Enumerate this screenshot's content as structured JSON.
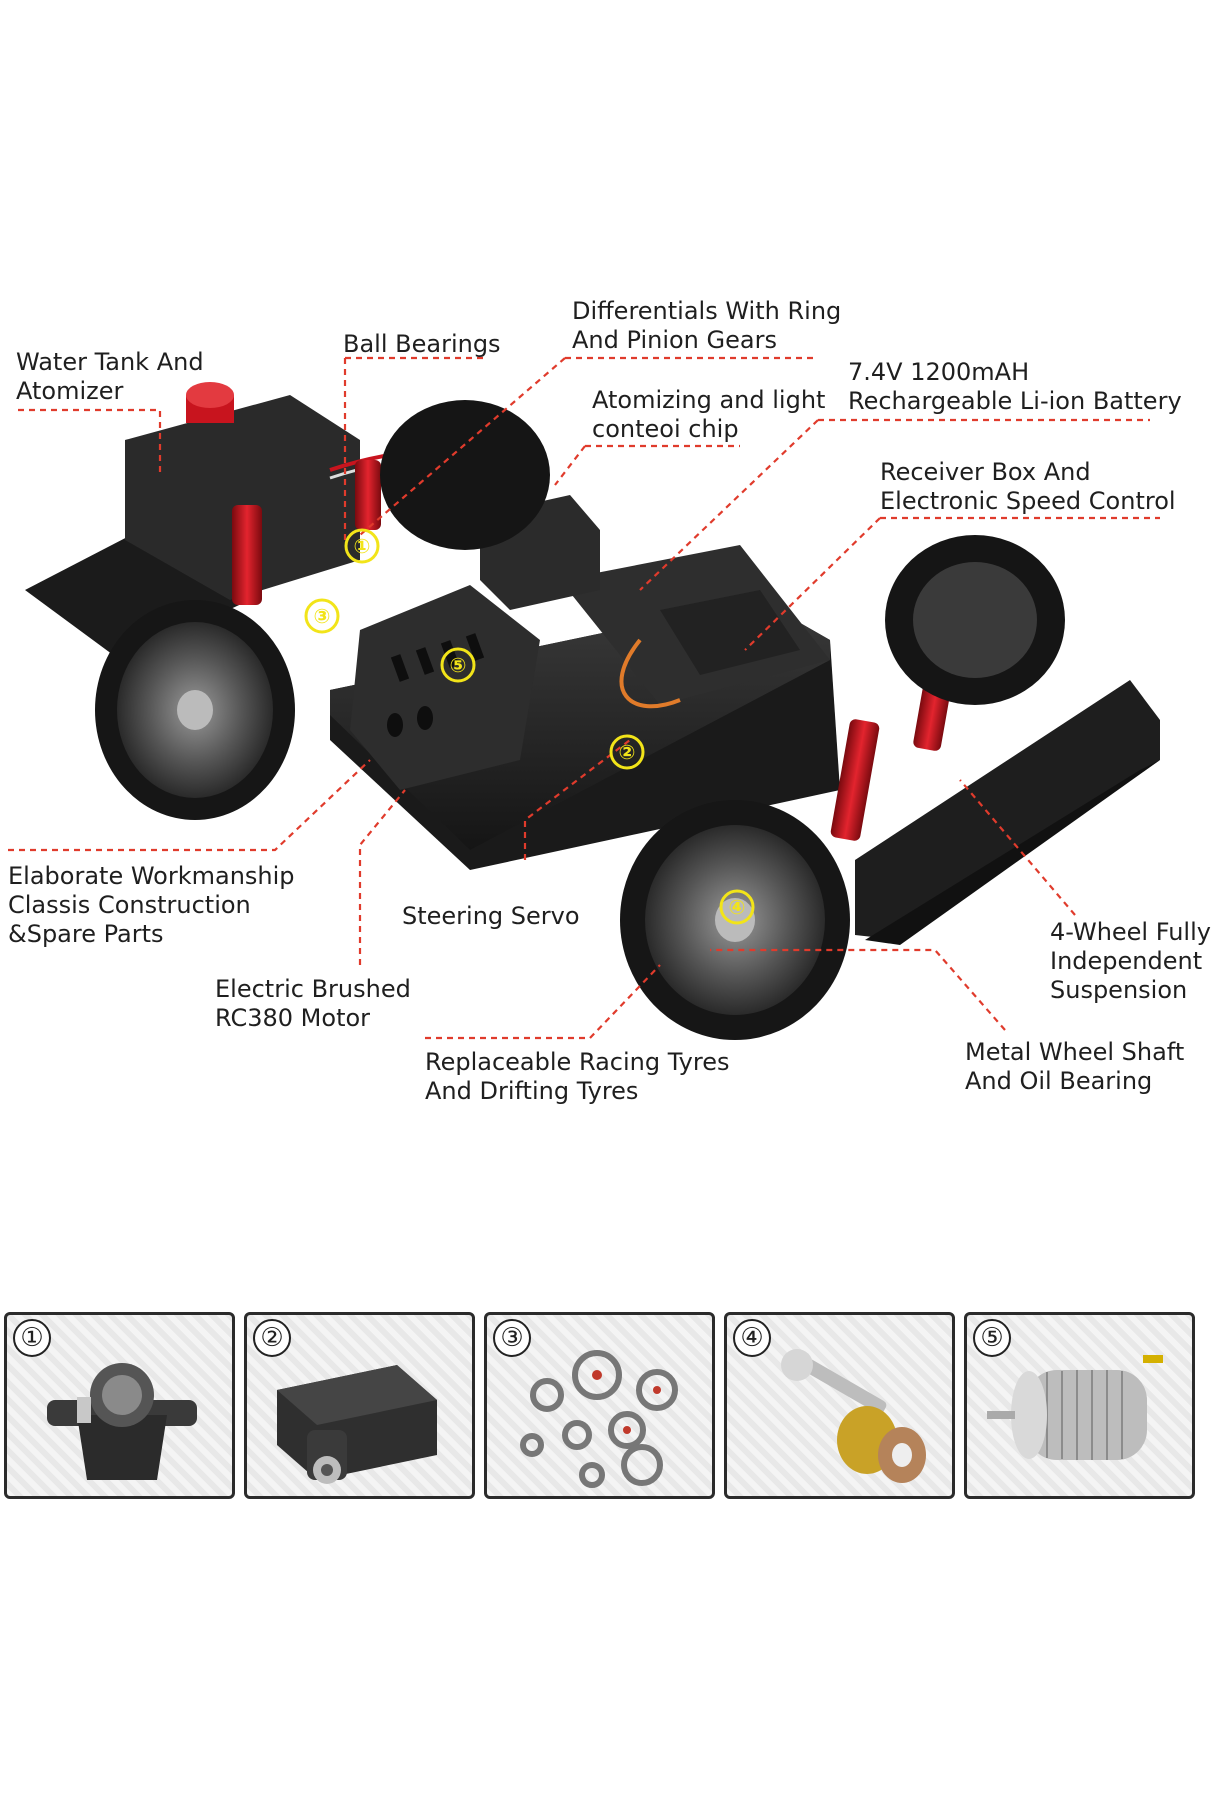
{
  "labels": {
    "water_tank": "Water Tank And\nAtomizer",
    "ball_bearings": "Ball Bearings",
    "differentials": "Differentials With Ring\nAnd Pinion Gears",
    "atomizing_chip": "Atomizing and light\nconteoi chip",
    "battery": "7.4V 1200mAH\nRechargeable Li-ion Battery",
    "receiver_box": "Receiver Box And\nElectronic Speed Control",
    "workmanship": "Elaborate Workmanship\nClassis Construction\n&Spare Parts",
    "steering_servo": "Steering Servo",
    "motor": "Electric Brushed\nRC380 Motor",
    "suspension": "4-Wheel Fully\nIndependent\nSuspension",
    "wheel_shaft": "Metal Wheel Shaft\nAnd Oil Bearing",
    "tyres": "Replaceable Racing Tyres\nAnd Drifting Tyres"
  },
  "badges": [
    "①",
    "②",
    "③",
    "④",
    "⑤"
  ],
  "thumbnails": [
    {
      "number": "①",
      "icon": "differential-gear-icon"
    },
    {
      "number": "②",
      "icon": "steering-servo-icon"
    },
    {
      "number": "③",
      "icon": "ball-bearings-icon"
    },
    {
      "number": "④",
      "icon": "wheel-shaft-icon"
    },
    {
      "number": "⑤",
      "icon": "brushed-motor-icon"
    }
  ],
  "colors": {
    "leader_line": "#e03b2c",
    "badge": "#f2e419",
    "chassis": "#2a2a2a",
    "accent_red": "#c8141e"
  }
}
